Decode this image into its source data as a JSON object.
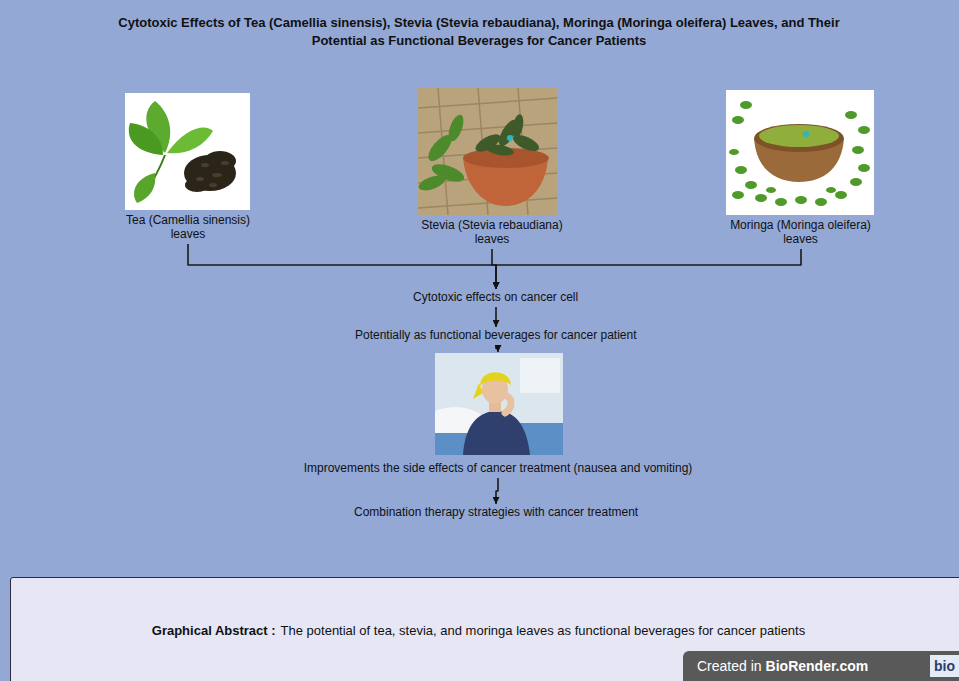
{
  "diagram": {
    "title": "Cytotoxic Effects of Tea (Camellia sinensis), Stevia (Stevia rebaudiana), Moringa (Moringa oleifera) Leaves, and Their Potential as Functional Beverages for Cancer Patients",
    "nodes": [
      {
        "text": [
          "Tea (Camellia sinensis) leaves"
        ]
      },
      {
        "text": [
          "Stevia (Stevia rebaudiana) leaves"
        ]
      },
      {
        "text": [
          "Moringa (Moringa oleifera) leaves"
        ]
      },
      {
        "text": [
          "Cytotoxic effects on cancer cell"
        ]
      },
      {
        "text": [
          "Potentially as functional beverages for cancer patient"
        ]
      },
      {
        "text": [
          "Improvements the side effects of cancer treatment (nausea and vomiting)"
        ]
      },
      {
        "text": [
          "Combination therapy strategies with cancer treatment"
        ]
      },
      {
        "text": [
          "Graphical Abstract :",
          "The potential of tea, stevia, and moringa leaves as functional beverages for cancer patients"
        ]
      }
    ],
    "edges": [
      {
        "from": 0,
        "to": 3,
        "arrow": "to"
      },
      {
        "from": 1,
        "to": 3,
        "arrow": "to"
      },
      {
        "from": 2,
        "to": 3,
        "arrow": "to"
      },
      {
        "from": 3,
        "to": 4,
        "arrow": "to"
      },
      {
        "from": 4,
        "to": 5,
        "arrow": "to"
      },
      {
        "from": 5,
        "to": 6,
        "arrow": "to"
      }
    ],
    "labels": [
      "Created in",
      "BioRender.com",
      "bio"
    ]
  }
}
